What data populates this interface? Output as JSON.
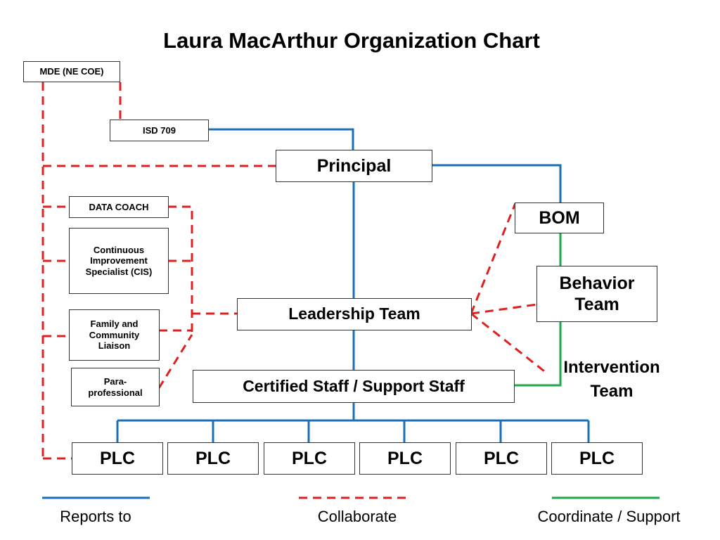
{
  "title": "Laura MacArthur Organization Chart",
  "nodes": {
    "mde": "MDE (NE COE)",
    "isd": "ISD 709",
    "principal": "Principal",
    "data_coach": "DATA COACH",
    "cis": "Continuous Improvement Specialist (CIS)",
    "liaison": "Family and Community Liaison",
    "para": "Para-professional",
    "bom": "BOM",
    "behavior": "Behavior Team",
    "leadership": "Leadership Team",
    "intervention": "Intervention Team",
    "staff": "Certified Staff / Support Staff",
    "plc": [
      "PLC",
      "PLC",
      "PLC",
      "PLC",
      "PLC",
      "PLC"
    ]
  },
  "legend": [
    {
      "label": "Reports to",
      "color": "#1a6fba",
      "style": "solid"
    },
    {
      "label": "Collaborate",
      "color": "#e02020",
      "style": "dashed"
    },
    {
      "label": "Coordinate / Support",
      "color": "#1aaa4a",
      "style": "solid"
    }
  ],
  "colors": {
    "reports_to": "#1a6fba",
    "collaborate": "#e02020",
    "coordinate": "#1aaa4a"
  }
}
